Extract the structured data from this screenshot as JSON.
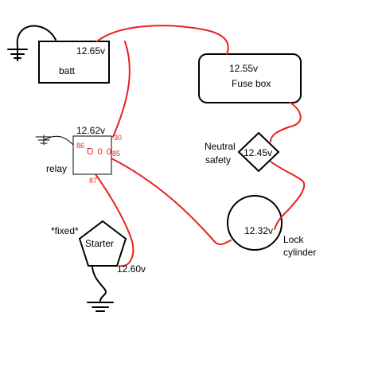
{
  "colors": {
    "wire": "#e8211f",
    "outline": "#000000",
    "background": "#ffffff"
  },
  "components": {
    "battery": {
      "label": "batt",
      "voltage": "12.65v"
    },
    "fuse_box": {
      "label": "Fuse box",
      "voltage": "12.55v"
    },
    "relay": {
      "label": "relay",
      "voltage": "12.62v",
      "pins": {
        "p30": "30",
        "p85": "85",
        "p86": "86",
        "p87": "87"
      },
      "symbol": "Ꝺ 0 0"
    },
    "neutral_safety": {
      "label_line1": "Neutral",
      "label_line2": "safety",
      "voltage": "12.45v"
    },
    "lock_cylinder": {
      "label_line1": "Lock",
      "label_line2": "cylinder",
      "voltage": "12.32v"
    },
    "starter": {
      "label": "Starter",
      "voltage": "12.60v",
      "note": "*fixed*"
    }
  },
  "icons": [
    "ground-symbol-battery",
    "ground-symbol-relay",
    "ground-symbol-starter"
  ]
}
